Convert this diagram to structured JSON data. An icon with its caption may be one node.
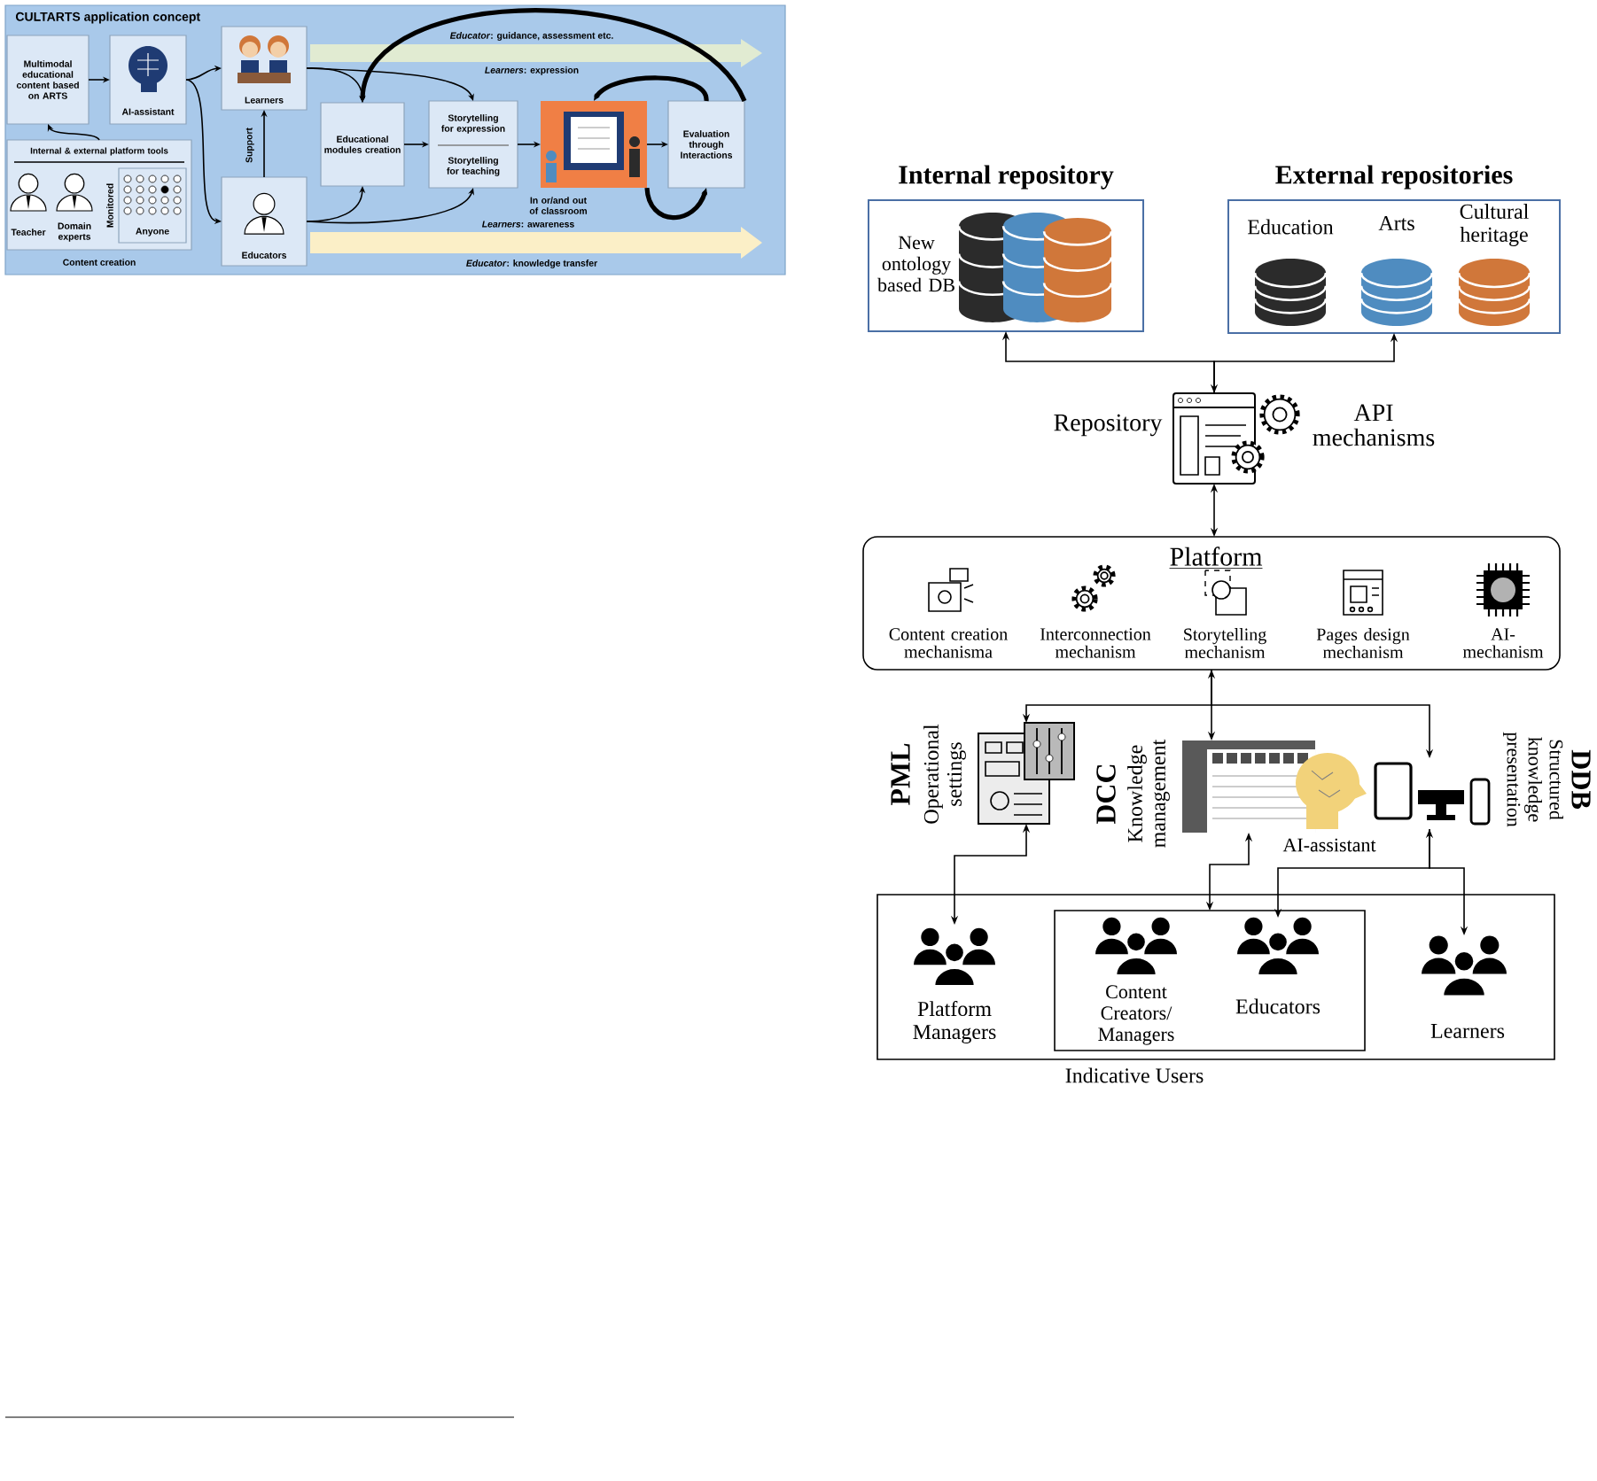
{
  "diagram": {
    "nodes": [
      {
        "text": [
          "CULTARTS application concept"
        ]
      },
      {
        "text": [
          "Multimodal educational content based on ARTS"
        ],
        "in": 0
      },
      {
        "text": [
          "AI-assistant"
        ],
        "in": 0
      },
      {
        "text": [
          "Learners"
        ],
        "in": 0
      },
      {
        "text": [
          "Educators"
        ],
        "in": 0
      },
      {
        "text": [
          "Internal & external platform tools",
          "Content creation"
        ],
        "in": 0
      },
      {
        "text": [
          "Anyone"
        ],
        "beside": [
          "Monitored"
        ],
        "in": 5
      },
      {
        "text": [
          "Educational modules creation"
        ],
        "in": 0
      },
      {
        "text": [
          "Storytelling for expression",
          "Storytelling for teaching"
        ],
        "in": 0
      },
      {
        "text": [],
        "shape": "picture",
        "beside": [
          "In or/and out of classroom"
        ],
        "in": 0
      },
      {
        "text": [
          "Evaluation through Interactions"
        ],
        "in": 0
      },
      {
        "text": [
          "Internal repository",
          "New ontology based DB"
        ]
      },
      {
        "text": [
          "External repositories"
        ]
      },
      {
        "text": [
          "Education"
        ],
        "in": 12
      },
      {
        "text": [
          "Arts"
        ],
        "in": 12
      },
      {
        "text": [
          "Cultural heritage"
        ],
        "in": 12
      },
      {
        "text": [
          "Repository",
          "API mechanisms"
        ]
      },
      {
        "text": [
          "Platform"
        ]
      },
      {
        "text": [
          "Content creation mechanisma"
        ],
        "in": 17
      },
      {
        "text": [
          "Interconnection mechanism"
        ],
        "in": 17
      },
      {
        "text": [
          "Storytelling mechanism"
        ],
        "in": 17
      },
      {
        "text": [
          "Pages design mechanism"
        ],
        "in": 17
      },
      {
        "text": [
          "AI-mechanism"
        ],
        "in": 17
      },
      {
        "text": [
          "PML",
          "Operational settings"
        ]
      },
      {
        "text": [
          "DCC",
          "Knowledge management"
        ]
      },
      {
        "text": [
          "AI-assistant"
        ]
      },
      {
        "text": [
          "DDB",
          "Structured knowledge presentation"
        ]
      },
      {
        "text": [
          "Indicative Users"
        ]
      },
      {
        "text": [
          "Platform Managers"
        ],
        "in": 27
      },
      {
        "text": [],
        "shape": "box",
        "in": 27
      },
      {
        "text": [
          "Content Creators/ Managers"
        ],
        "in": 29
      },
      {
        "text": [
          "Educators"
        ],
        "in": 29
      },
      {
        "text": [
          "Learners"
        ],
        "in": 27
      }
    ],
    "edges": [
      {
        "from": 1,
        "to": 2,
        "arrow": "to"
      },
      {
        "from": 5,
        "to": 1,
        "arrow": "to"
      },
      {
        "from": 2,
        "to": 3,
        "arrow": "to"
      },
      {
        "from": 2,
        "to": 4,
        "arrow": "to"
      },
      {
        "from": 4,
        "to": 3,
        "arrow": "to",
        "label": "Support"
      },
      {
        "from": 3,
        "to": 7,
        "arrow": "to"
      },
      {
        "from": 3,
        "to": 8,
        "arrow": "to"
      },
      {
        "from": 4,
        "to": 7,
        "arrow": "to"
      },
      {
        "from": 4,
        "to": 8,
        "arrow": "to"
      },
      {
        "from": 7,
        "to": 8,
        "arrow": "to"
      },
      {
        "from": 8,
        "to": 9,
        "arrow": "to"
      },
      {
        "from": 9,
        "to": 10,
        "arrow": "to"
      },
      {
        "from": 9,
        "to": 10,
        "arrow": "to",
        "style": "thick"
      },
      {
        "from": 10,
        "to": 9,
        "arrow": "to",
        "style": "thick"
      },
      {
        "from": 10,
        "to": 7,
        "arrow": "to",
        "style": "thick"
      },
      {
        "from": 16,
        "to": 11,
        "arrow": "both"
      },
      {
        "from": 16,
        "to": 12,
        "arrow": "to"
      },
      {
        "from": 16,
        "to": 17,
        "arrow": "both"
      },
      {
        "from": 17,
        "to": 23,
        "arrow": "both"
      },
      {
        "from": 17,
        "to": 24,
        "arrow": "to"
      },
      {
        "from": 17,
        "to": 26,
        "arrow": "to"
      },
      {
        "from": 23,
        "to": 28,
        "arrow": "both"
      },
      {
        "from": 24,
        "to": 29,
        "arrow": "both"
      },
      {
        "from": 26,
        "to": 31,
        "arrow": "both"
      },
      {
        "from": 26,
        "to": 32,
        "arrow": "to"
      }
    ],
    "labels": [
      "*Educator*: guidance, assessment etc.",
      "*Learners*: expression",
      "*Learners*: awareness",
      "Teacher",
      "Domain experts",
      "*Educator*: knowledge transfer"
    ]
  }
}
